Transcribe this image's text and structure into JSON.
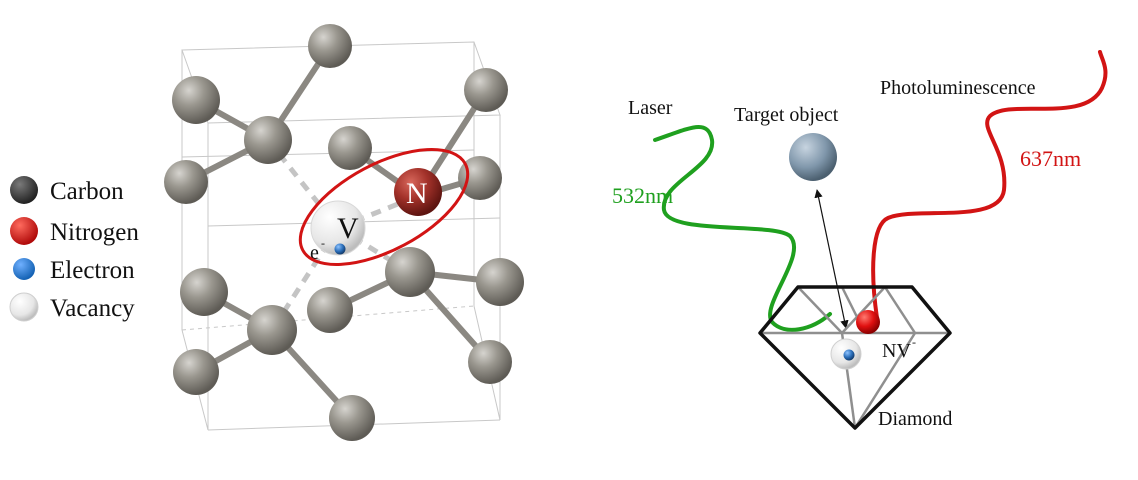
{
  "legend": {
    "items": [
      {
        "label": "Carbon",
        "color": "#3a3a3a"
      },
      {
        "label": "Nitrogen",
        "color": "#c81414"
      },
      {
        "label": "Electron",
        "color": "#1a73c8"
      },
      {
        "label": "Vacancy",
        "color": "#eeeeee"
      }
    ]
  },
  "lattice": {
    "vacancy_letter": "V",
    "nitrogen_letter": "N",
    "electron_label": "e",
    "electron_sup": "-"
  },
  "scheme": {
    "laser_label": "Laser",
    "laser_wavelength": "532nm",
    "target_label": "Target object",
    "pl_label": "Photoluminescence",
    "pl_wavelength": "637nm",
    "nv_label": "NV",
    "nv_sup": "-",
    "diamond_label": "Diamond"
  },
  "colors": {
    "carbon": "#8a8780",
    "nitrogen": "#9c2b22",
    "laser_green": "#1fa01f",
    "pl_red": "#d21414",
    "ellipse_red": "#d21414",
    "target_blue": "#7f96aa"
  }
}
